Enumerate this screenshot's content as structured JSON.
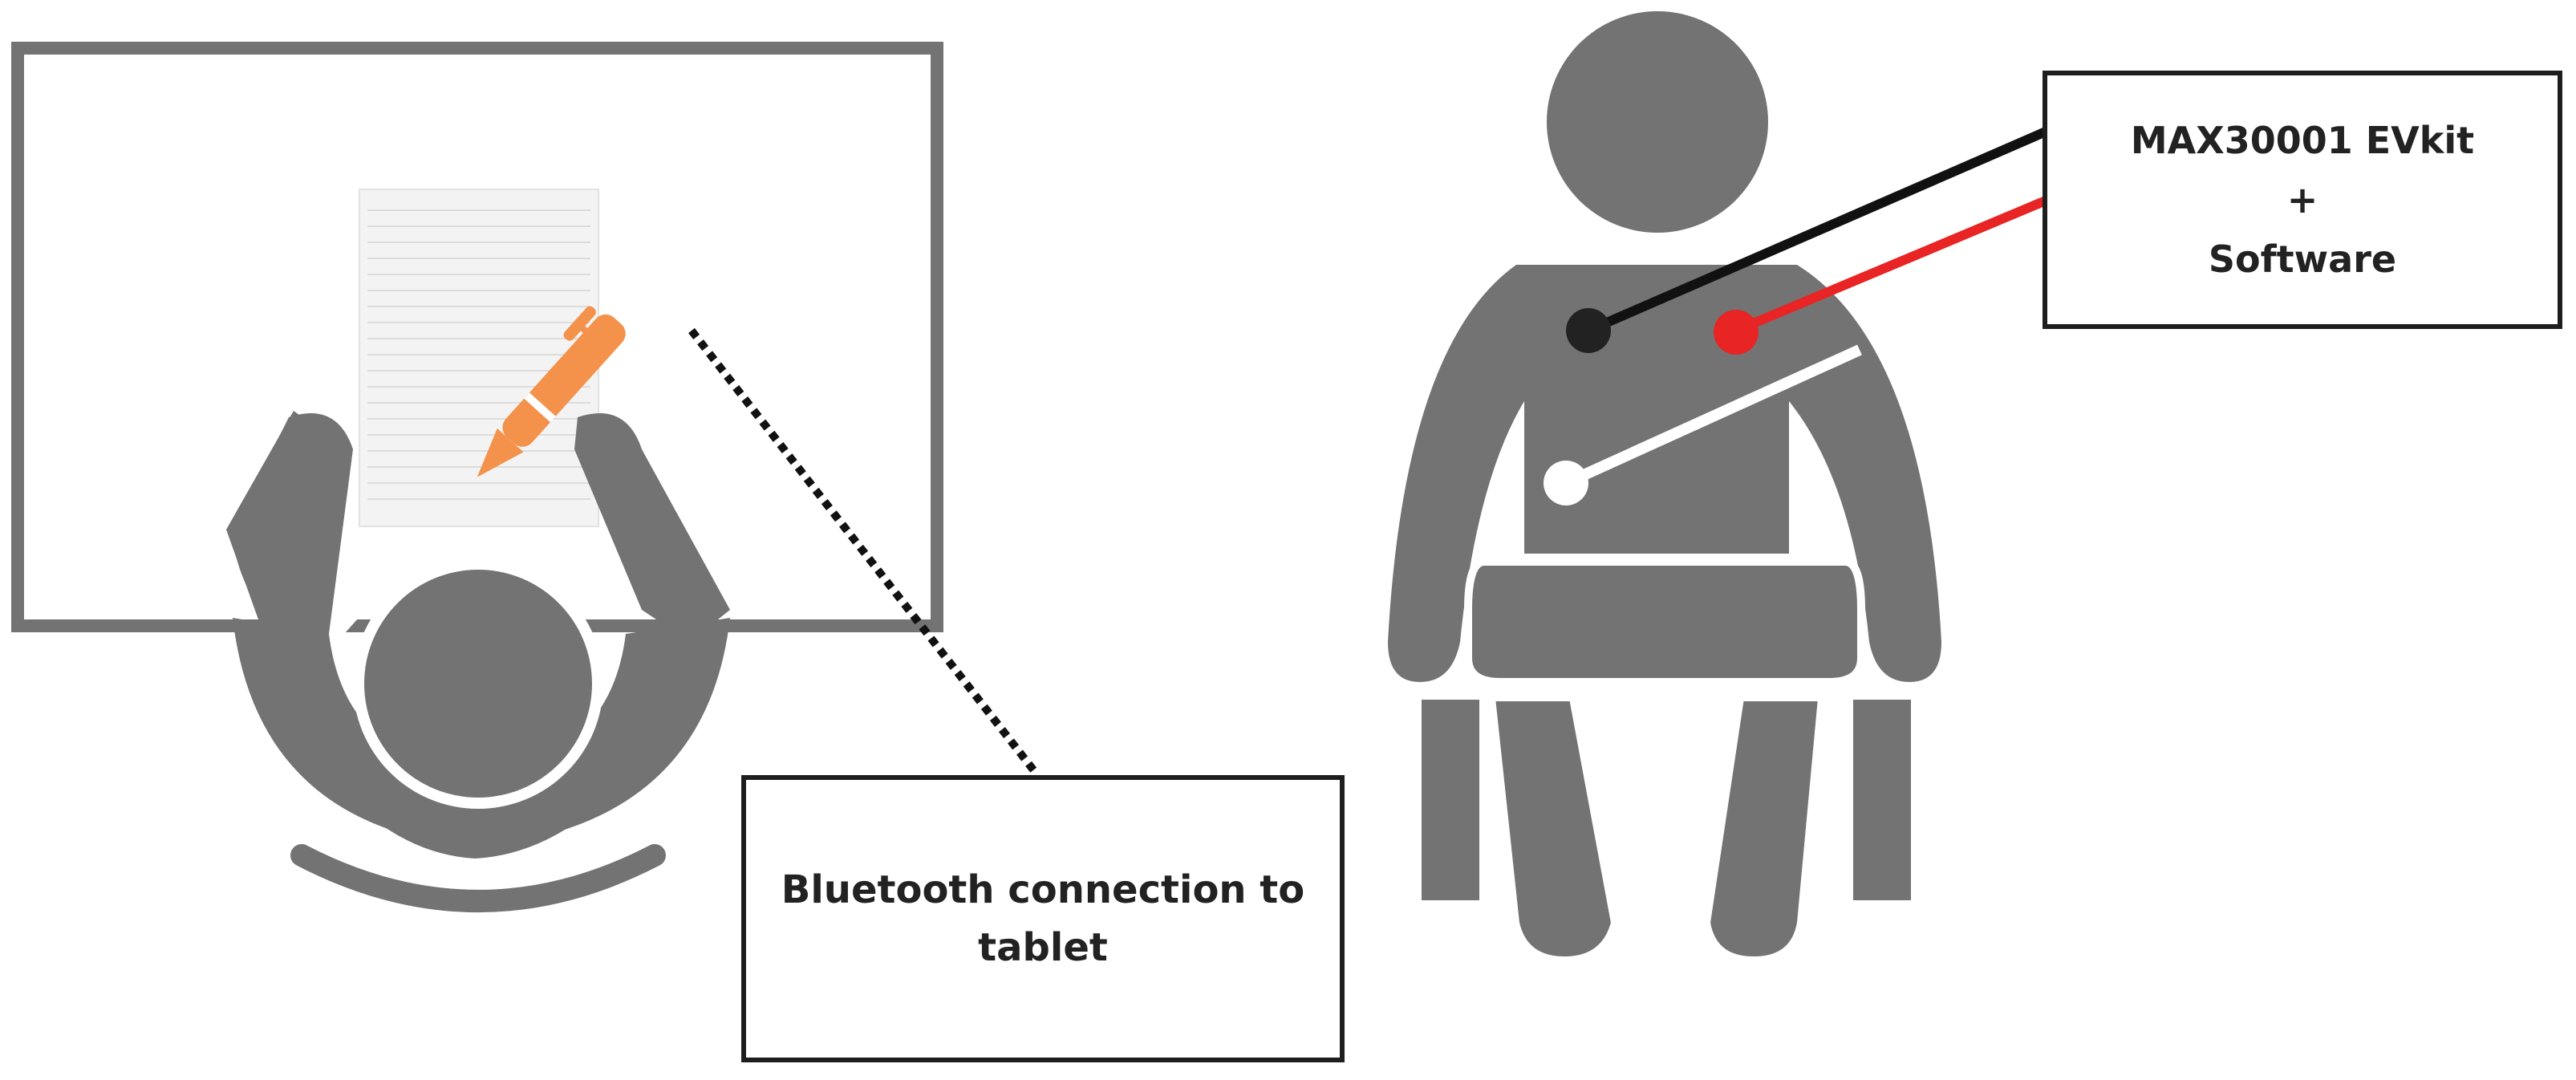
{
  "evkit_box": {
    "line1": "MAX30001 EVkit",
    "line2": "+",
    "line3": "Software"
  },
  "bluetooth_box": {
    "line1": "Bluetooth connection to",
    "line2": "tablet"
  },
  "icons": {
    "writer": "person-writing-at-desk-topview-icon",
    "pen": "pen-icon",
    "paper": "lined-paper-icon",
    "seated_person": "seated-person-icon",
    "electrodes": [
      "black-electrode-icon",
      "red-electrode-icon",
      "white-electrode-icon"
    ]
  },
  "colors": {
    "figure": "#737373",
    "pen": "#F4924B",
    "red_lead": "#E82424",
    "black_lead": "#111111",
    "white_lead": "#FFFFFF"
  }
}
